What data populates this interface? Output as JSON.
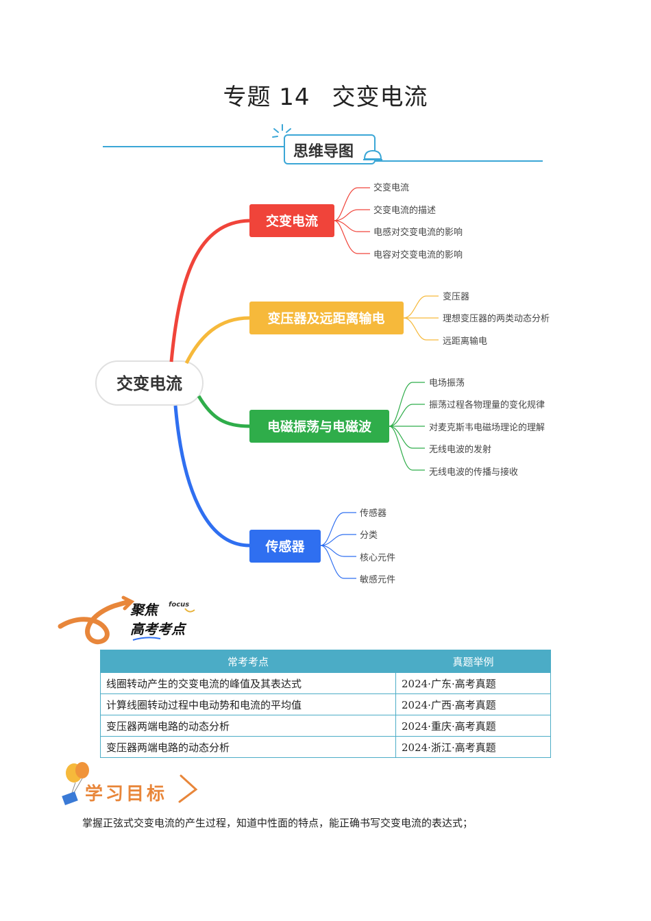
{
  "title": {
    "prefix": "专题",
    "number": "14",
    "topic": "交变电流"
  },
  "mindmap_header": "思维导图",
  "mindmap": {
    "root": "交变电流",
    "branches": [
      {
        "label": "交变电流",
        "color": "#f0443a",
        "leaves": [
          "交变电流",
          "交变电流的描述",
          "电感对交变电流的影响",
          "电容对交变电流的影响"
        ]
      },
      {
        "label": "变压器及远距离输电",
        "color": "#f6b93b",
        "leaves": [
          "变压器",
          "理想变压器的两类动态分析",
          "远距离输电"
        ]
      },
      {
        "label": "电磁振荡与电磁波",
        "color": "#2fad4a",
        "leaves": [
          "电场振荡",
          "振荡过程各物理量的变化规律",
          "对麦克斯韦电磁场理论的理解",
          "无线电波的发射",
          "无线电波的传播与接收"
        ]
      },
      {
        "label": "传感器",
        "color": "#2f6ff0",
        "leaves": [
          "传感器",
          "分类",
          "核心元件",
          "敏感元件"
        ]
      }
    ]
  },
  "focus_header": {
    "line1": "聚焦",
    "tag": "focus",
    "line2": "高考考点"
  },
  "table": {
    "headers": [
      "常考考点",
      "真题举例"
    ],
    "rows": [
      [
        "线圈转动产生的交变电流的峰值及其表达式",
        "2024·广东·高考真题"
      ],
      [
        "计算线圈转动过程中电动势和电流的平均值",
        "2024·广西·高考真题"
      ],
      [
        "变压器两端电路的动态分析",
        "2024·重庆·高考真题"
      ],
      [
        "变压器两端电路的动态分析",
        "2024·浙江·高考真题"
      ]
    ],
    "color": "#4bacc6"
  },
  "goals_header": "学习目标",
  "goal_text": "掌握正弦式交变电流的产生过程，知道中性面的特点，能正确书写交变电流的表达式；"
}
